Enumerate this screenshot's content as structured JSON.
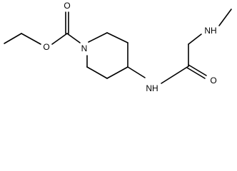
{
  "diagram": {
    "type": "chemical-structure",
    "atoms": {
      "o_ester": "O",
      "o_carbonyl_top": "O",
      "n_ring": "N",
      "nh_amide": "NH",
      "o_amide": "O",
      "nh_amine": "NH"
    },
    "colors": {
      "line": "#000000",
      "background": "#ffffff"
    }
  }
}
